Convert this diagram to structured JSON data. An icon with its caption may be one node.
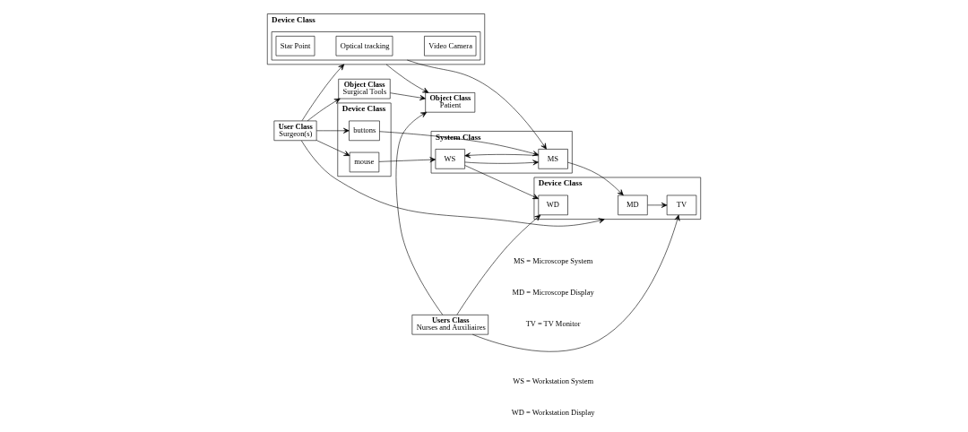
{
  "diagram": {
    "nodes": [
      {
        "text": [
          "User Class",
          "Surgeon(s)"
        ]
      },
      {
        "text": [
          "Device Class"
        ]
      },
      {
        "text": [
          "mouse"
        ],
        "in": 1
      },
      {
        "text": [
          "buttons"
        ],
        "in": 1
      },
      {
        "text": [
          "System Class"
        ]
      },
      {
        "text": [
          "WS"
        ],
        "in": 4
      },
      {
        "text": [
          "MS"
        ],
        "in": 4
      },
      {
        "text": [
          "Device Class"
        ]
      },
      {
        "text": [
          "WD"
        ],
        "in": 7
      },
      {
        "text": [
          "MD"
        ],
        "in": 7
      },
      {
        "text": [
          "TV"
        ],
        "in": 7
      },
      {
        "text": [
          "Users Class",
          "Nurses and Auxiliaires"
        ]
      },
      {
        "text": [
          "Device Class"
        ]
      },
      {
        "text": [],
        "shape": "box",
        "in": 12
      },
      {
        "text": [
          "Star Point"
        ],
        "in": 13
      },
      {
        "text": [
          "Optical tracking"
        ],
        "in": 13
      },
      {
        "text": [
          "Video Camera"
        ],
        "in": 13
      },
      {
        "text": [
          "Object Class",
          "Surgical Tools"
        ]
      },
      {
        "text": [
          "Object Class",
          "Patient"
        ]
      }
    ],
    "edges": [
      {
        "from": 0,
        "to": 7,
        "arrow": "to"
      },
      {
        "from": 0,
        "to": 2,
        "arrow": "to"
      },
      {
        "from": 0,
        "to": 3,
        "arrow": "to"
      },
      {
        "from": 0,
        "to": 12,
        "arrow": "to"
      },
      {
        "from": 0,
        "to": 17,
        "arrow": "to"
      },
      {
        "from": 2,
        "to": 5,
        "arrow": "to"
      },
      {
        "from": 3,
        "to": 6,
        "arrow": "to"
      },
      {
        "from": 5,
        "to": 6,
        "arrow": "to"
      },
      {
        "from": 6,
        "to": 5,
        "arrow": "to"
      },
      {
        "from": 5,
        "to": 8,
        "arrow": "to"
      },
      {
        "from": 6,
        "to": 9,
        "arrow": "to"
      },
      {
        "from": 9,
        "to": 10,
        "arrow": "to"
      },
      {
        "from": 11,
        "to": 8,
        "arrow": "to"
      },
      {
        "from": 11,
        "to": 10,
        "arrow": "to"
      },
      {
        "from": 11,
        "to": 18,
        "arrow": "to"
      },
      {
        "from": 13,
        "to": 6,
        "arrow": "to"
      },
      {
        "from": 12,
        "to": 18,
        "arrow": "to"
      },
      {
        "from": 17,
        "to": 18,
        "arrow": "to"
      }
    ],
    "labels": [
      "WS = Workstation System",
      "WD = Workstation Display",
      "MS = Microscope System",
      "MD = Microscope Display",
      "TV = TV Monitor"
    ]
  }
}
